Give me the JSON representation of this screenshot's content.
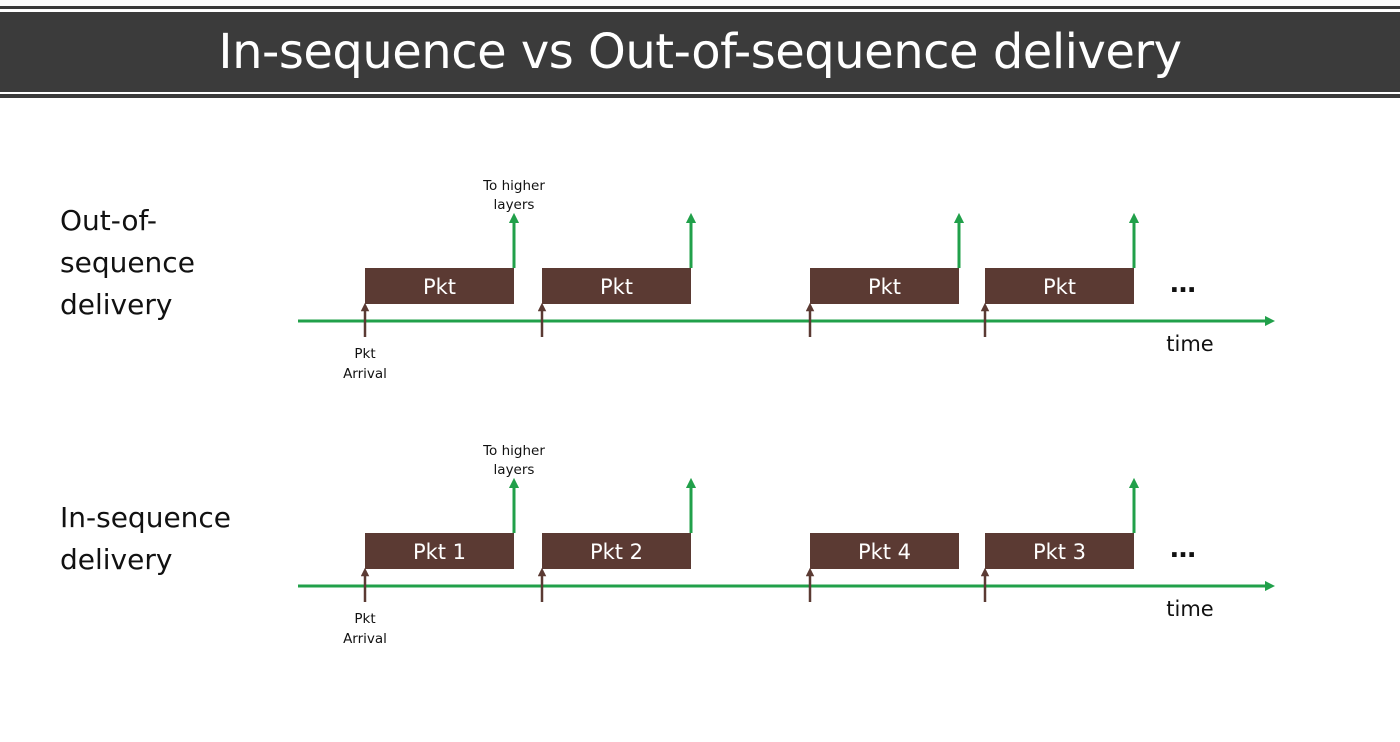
{
  "title": "In-sequence vs Out-of-sequence delivery",
  "colors": {
    "title_band": "#3b3b3b",
    "packet_fill": "#5b3a33",
    "timeline": "#21a04a",
    "arrival_arrow": "#5b3a33",
    "text": "#111111"
  },
  "rows": [
    {
      "label_lines": [
        "Out-of-",
        "sequence",
        "delivery"
      ],
      "packets": [
        "Pkt",
        "Pkt",
        "Pkt",
        "Pkt"
      ],
      "upper_annotation": [
        "To higher",
        "layers"
      ],
      "arrival_annotation": [
        "Pkt",
        "Arrival"
      ],
      "ellipsis": "…",
      "axis_label": "time",
      "deliveries_after_packet": [
        true,
        true,
        true,
        true
      ]
    },
    {
      "label_lines": [
        "In-sequence",
        "delivery"
      ],
      "packets": [
        "Pkt 1",
        "Pkt 2",
        "Pkt 4",
        "Pkt 3"
      ],
      "upper_annotation": [
        "To higher",
        "layers"
      ],
      "arrival_annotation": [
        "Pkt",
        "Arrival"
      ],
      "ellipsis": "…",
      "axis_label": "time",
      "deliveries_after_packet": [
        true,
        true,
        false,
        true
      ]
    }
  ]
}
